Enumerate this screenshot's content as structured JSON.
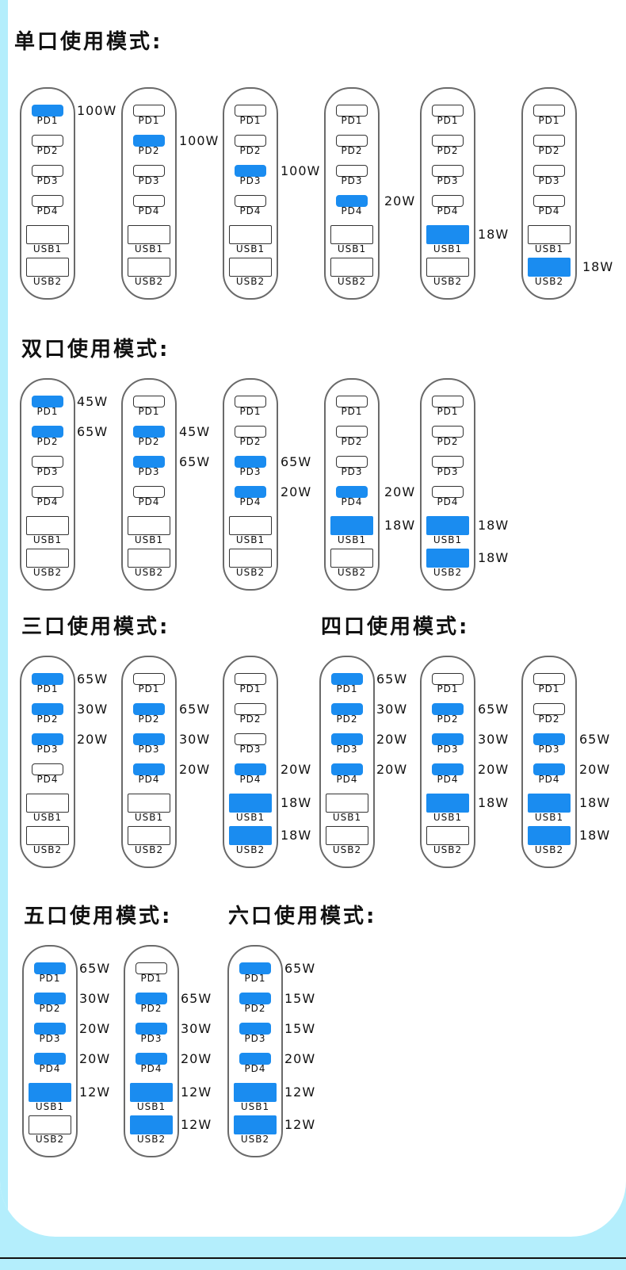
{
  "colors": {
    "active_port": "#1a8cf0",
    "port_border": "#333333",
    "device_border": "#6a6a6a",
    "page_bg": "#b4eefc"
  },
  "port_labels": [
    "PD1",
    "PD2",
    "PD3",
    "PD4",
    "USB1",
    "USB2"
  ],
  "sections": [
    {
      "title": "单口使用模式:",
      "devices": [
        {
          "watts": [
            "100W",
            "",
            "",
            "",
            "",
            ""
          ]
        },
        {
          "watts": [
            "",
            "100W",
            "",
            "",
            "",
            ""
          ]
        },
        {
          "watts": [
            "",
            "",
            "100W",
            "",
            "",
            ""
          ]
        },
        {
          "watts": [
            "",
            "",
            "",
            "20W",
            "",
            ""
          ]
        },
        {
          "watts": [
            "",
            "",
            "",
            "",
            "18W",
            ""
          ]
        },
        {
          "watts": [
            "",
            "",
            "",
            "",
            "",
            "18W"
          ]
        }
      ]
    },
    {
      "title": "双口使用模式:",
      "devices": [
        {
          "watts": [
            "45W",
            "65W",
            "",
            "",
            "",
            ""
          ]
        },
        {
          "watts": [
            "",
            "45W",
            "65W",
            "",
            "",
            ""
          ]
        },
        {
          "watts": [
            "",
            "",
            "65W",
            "20W",
            "",
            ""
          ]
        },
        {
          "watts": [
            "",
            "",
            "",
            "20W",
            "18W",
            ""
          ]
        },
        {
          "watts": [
            "",
            "",
            "",
            "",
            "18W",
            "18W"
          ]
        }
      ]
    },
    {
      "title": "三口使用模式:",
      "devices": [
        {
          "watts": [
            "65W",
            "30W",
            "20W",
            "",
            "",
            ""
          ]
        },
        {
          "watts": [
            "",
            "65W",
            "30W",
            "20W",
            "",
            ""
          ]
        },
        {
          "watts": [
            "",
            "",
            "",
            "20W",
            "18W",
            "18W"
          ]
        }
      ]
    },
    {
      "title": "四口使用模式:",
      "devices": [
        {
          "watts": [
            "65W",
            "30W",
            "20W",
            "20W",
            "",
            ""
          ]
        },
        {
          "watts": [
            "",
            "65W",
            "30W",
            "20W",
            "18W",
            ""
          ]
        },
        {
          "watts": [
            "",
            "",
            "65W",
            "20W",
            "18W",
            "18W"
          ]
        }
      ]
    },
    {
      "title": "五口使用模式:",
      "devices": [
        {
          "watts": [
            "65W",
            "30W",
            "20W",
            "20W",
            "12W",
            ""
          ]
        },
        {
          "watts": [
            "",
            "65W",
            "30W",
            "20W",
            "12W",
            "12W"
          ]
        }
      ]
    },
    {
      "title": "六口使用模式:",
      "devices": [
        {
          "watts": [
            "65W",
            "15W",
            "15W",
            "20W",
            "12W",
            "12W"
          ]
        }
      ]
    }
  ]
}
